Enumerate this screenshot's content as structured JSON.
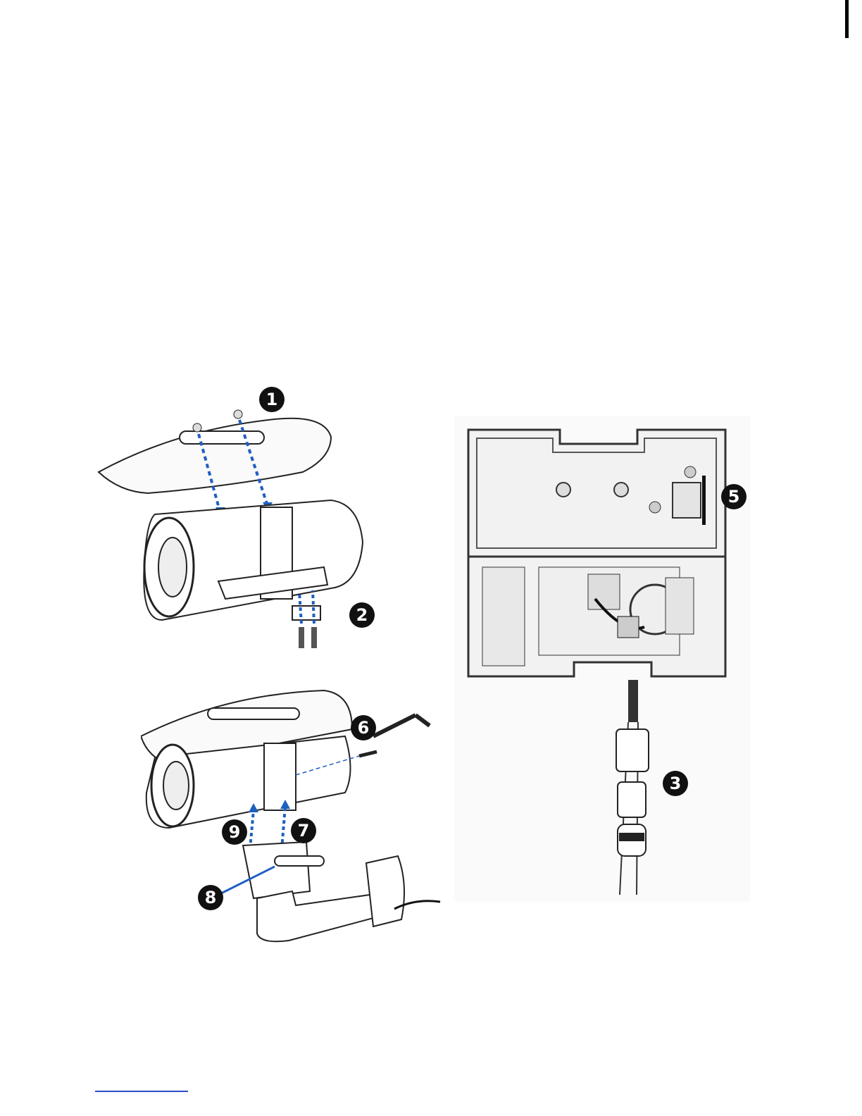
{
  "callouts": {
    "c1": "1",
    "c2": "2",
    "c3": "3",
    "c5": "5",
    "c6": "6",
    "c7": "7",
    "c8": "8",
    "c9": "9"
  },
  "colors": {
    "arrow": "#1f5fbf",
    "line": "#222222",
    "callout_fill": "#111111",
    "footer_link": "#2b4fc9"
  },
  "icons": [
    "screw-icon",
    "hex-key-icon",
    "cable-gland-icon"
  ]
}
